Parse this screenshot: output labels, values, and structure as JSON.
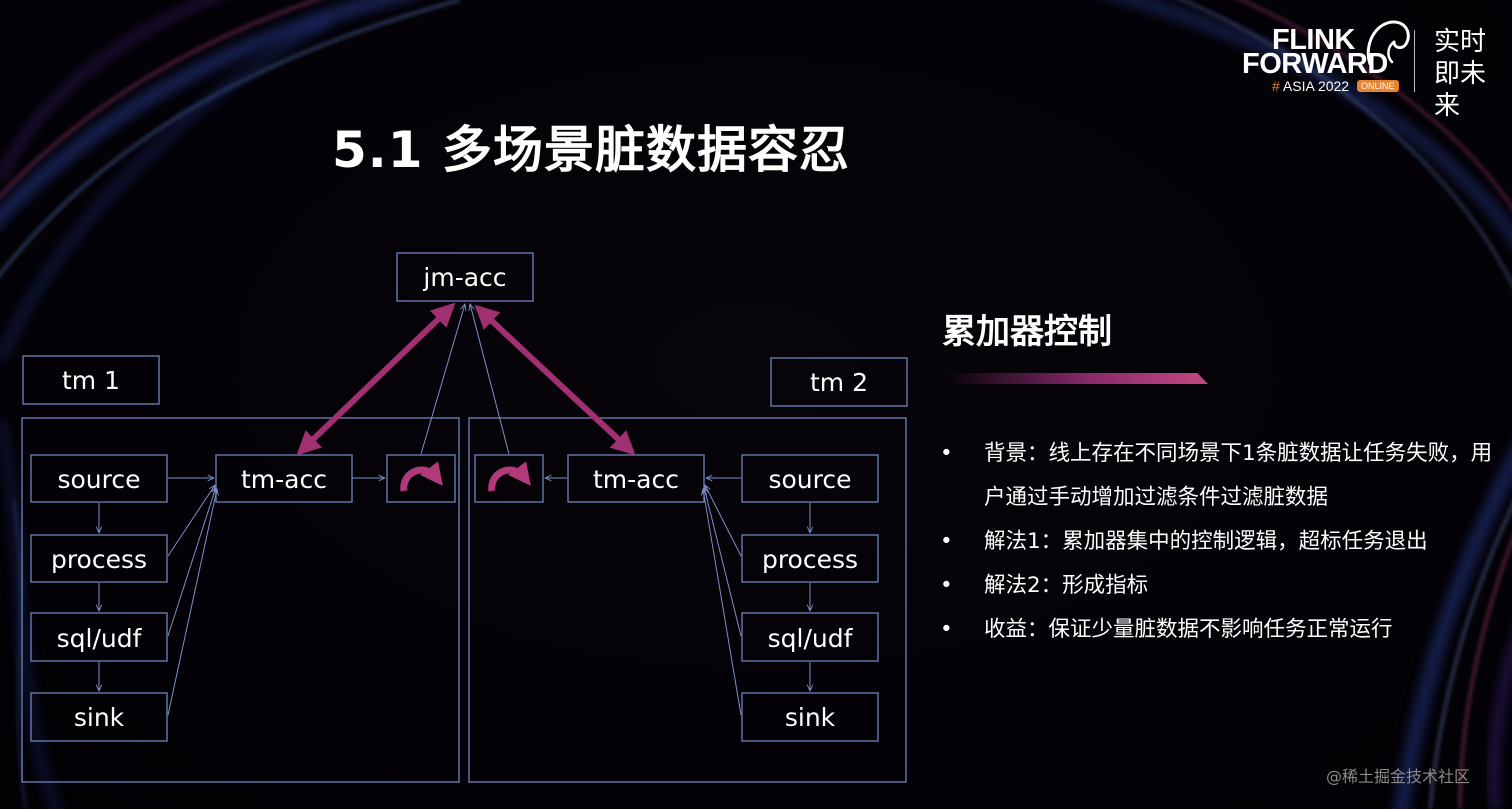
{
  "title": "5.1 多场景脏数据容忍",
  "logo": {
    "line1": "FLINK",
    "line2": "FORWARD",
    "hash": "#",
    "line3": "ASIA 2022",
    "online": "ONLINE",
    "slogan": "实时即未来"
  },
  "diagram": {
    "jm": "jm-acc",
    "tm1": {
      "label": "tm 1",
      "acc": "tm-acc",
      "source": "source",
      "process": "process",
      "sqludf": "sql/udf",
      "sink": "sink"
    },
    "tm2": {
      "label": "tm 2",
      "acc": "tm-acc",
      "source": "source",
      "process": "process",
      "sqludf": "sql/udf",
      "sink": "sink"
    }
  },
  "panel": {
    "heading": "累加器控制",
    "bullets": [
      "背景：线上存在不同场景下1条脏数据让任务失败，用户通过手动增加过滤条件过滤脏数据",
      "解法1：累加器集中的控制逻辑，超标任务退出",
      "解法2：形成指标",
      "收益：保证少量脏数据不影响任务正常运行"
    ],
    "bullet_symbol": "•"
  },
  "watermark": "@稀土掘金技术社区",
  "colors": {
    "background": "#050306",
    "box_stroke": "#7d8fc4",
    "accent_magenta": "#a0306f",
    "logo_orange": "#e8842e"
  }
}
